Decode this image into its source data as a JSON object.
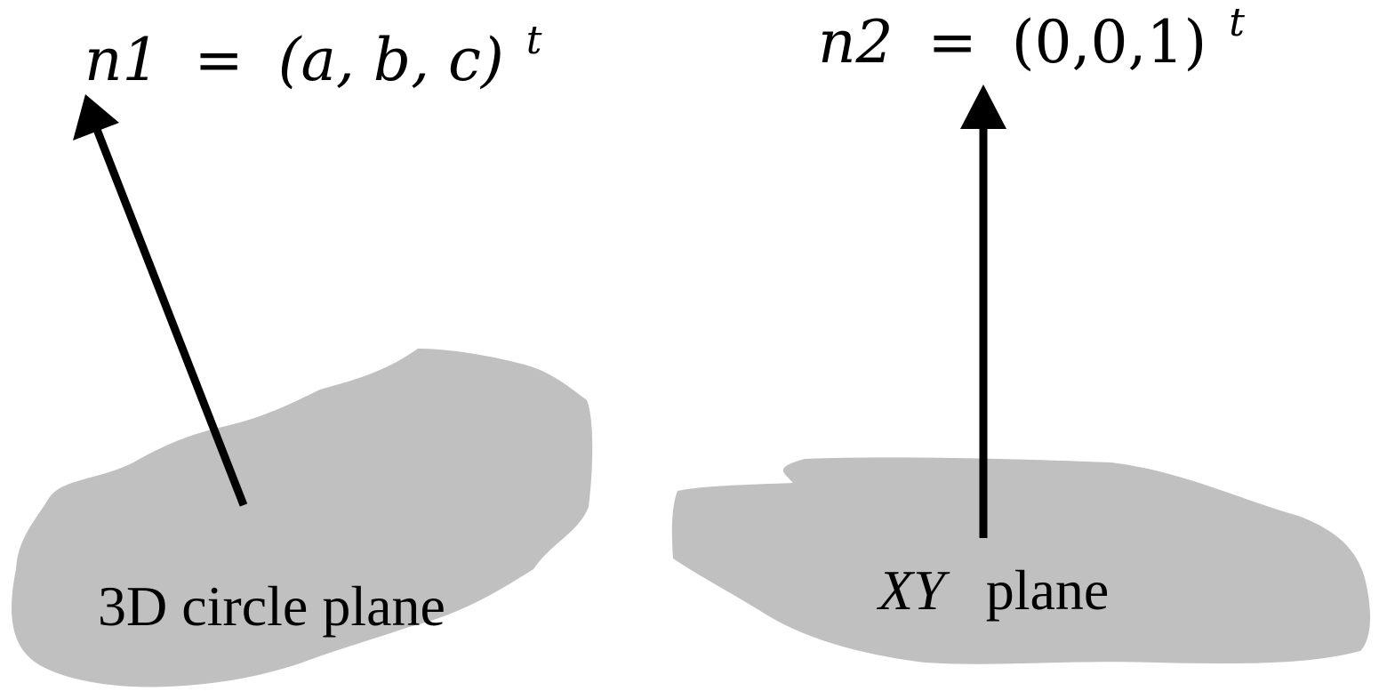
{
  "left_panel": {
    "vector_name": "n1",
    "equals": "=",
    "vector_components": "(a, b, c)",
    "transpose_mark": "t",
    "plane_label": "3D circle plane"
  },
  "right_panel": {
    "vector_name": "n2",
    "equals": "=",
    "vector_components": "(0,0,1)",
    "transpose_mark": "t",
    "plane_label_italic": "XY",
    "plane_label_rest": "plane"
  },
  "colors": {
    "plane_fill": "#c0c0c0",
    "arrow": "#000000",
    "text": "#000000",
    "background": "#ffffff"
  }
}
